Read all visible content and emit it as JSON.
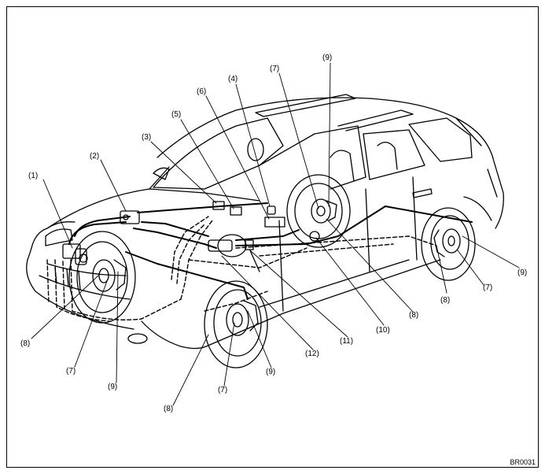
{
  "figure_code": "BR0031",
  "callouts": {
    "c1": "(1)",
    "c2": "(2)",
    "c3": "(3)",
    "c4": "(4)",
    "c5": "(5)",
    "c6": "(6)",
    "c7_top": "(7)",
    "c9_top": "(9)",
    "c9_right": "(9)",
    "c7_right": "(7)",
    "c8_right": "(8)",
    "c8_rear": "(8)",
    "c10": "(10)",
    "c11": "(11)",
    "c12": "(12)",
    "c9_front_right": "(9)",
    "c7_front_right": "(7)",
    "c8_front_right": "(8)",
    "c8_front_left": "(8)",
    "c7_front_left": "(7)",
    "c9_front_left": "(9)"
  }
}
